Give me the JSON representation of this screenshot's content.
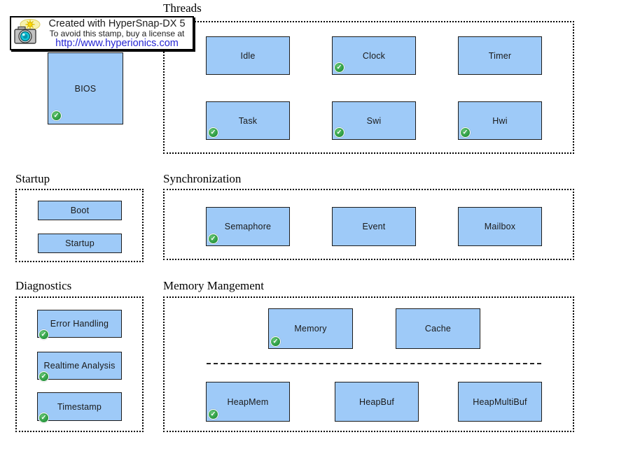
{
  "watermark": {
    "line1": "Created with HyperSnap-DX 5",
    "line2": "To avoid this stamp, buy a license at",
    "url": "http://www.hyperionics.com"
  },
  "bios": {
    "label": "BIOS",
    "checked": true
  },
  "groups": {
    "threads": {
      "title": "Threads",
      "items": {
        "idle": {
          "label": "Idle",
          "checked": false
        },
        "clock": {
          "label": "Clock",
          "checked": true
        },
        "timer": {
          "label": "Timer",
          "checked": false
        },
        "task": {
          "label": "Task",
          "checked": true
        },
        "swi": {
          "label": "Swi",
          "checked": true
        },
        "hwi": {
          "label": "Hwi",
          "checked": true
        }
      }
    },
    "startup": {
      "title": "Startup",
      "items": {
        "boot": {
          "label": "Boot",
          "checked": false
        },
        "startup": {
          "label": "Startup",
          "checked": false
        }
      }
    },
    "synchronization": {
      "title": "Synchronization",
      "items": {
        "semaphore": {
          "label": "Semaphore",
          "checked": true
        },
        "event": {
          "label": "Event",
          "checked": false
        },
        "mailbox": {
          "label": "Mailbox",
          "checked": false
        }
      }
    },
    "diagnostics": {
      "title": "Diagnostics",
      "items": {
        "error_handling": {
          "label": "Error Handling",
          "checked": true
        },
        "realtime_analysis": {
          "label": "Realtime Analysis",
          "checked": true
        },
        "timestamp": {
          "label": "Timestamp",
          "checked": true
        }
      }
    },
    "memory": {
      "title": "Memory Mangement",
      "items": {
        "memory": {
          "label": "Memory",
          "checked": true
        },
        "cache": {
          "label": "Cache",
          "checked": false
        },
        "heapmem": {
          "label": "HeapMem",
          "checked": true
        },
        "heapbuf": {
          "label": "HeapBuf",
          "checked": false
        },
        "heapmultibuf": {
          "label": "HeapMultiBuf",
          "checked": false
        }
      }
    }
  },
  "colors": {
    "module_fill": "#9ecaf8",
    "module_border": "#1c1c1c",
    "badge_green": "#2f9e44",
    "link_blue": "#2525d2",
    "frame_dash": "#000000"
  }
}
